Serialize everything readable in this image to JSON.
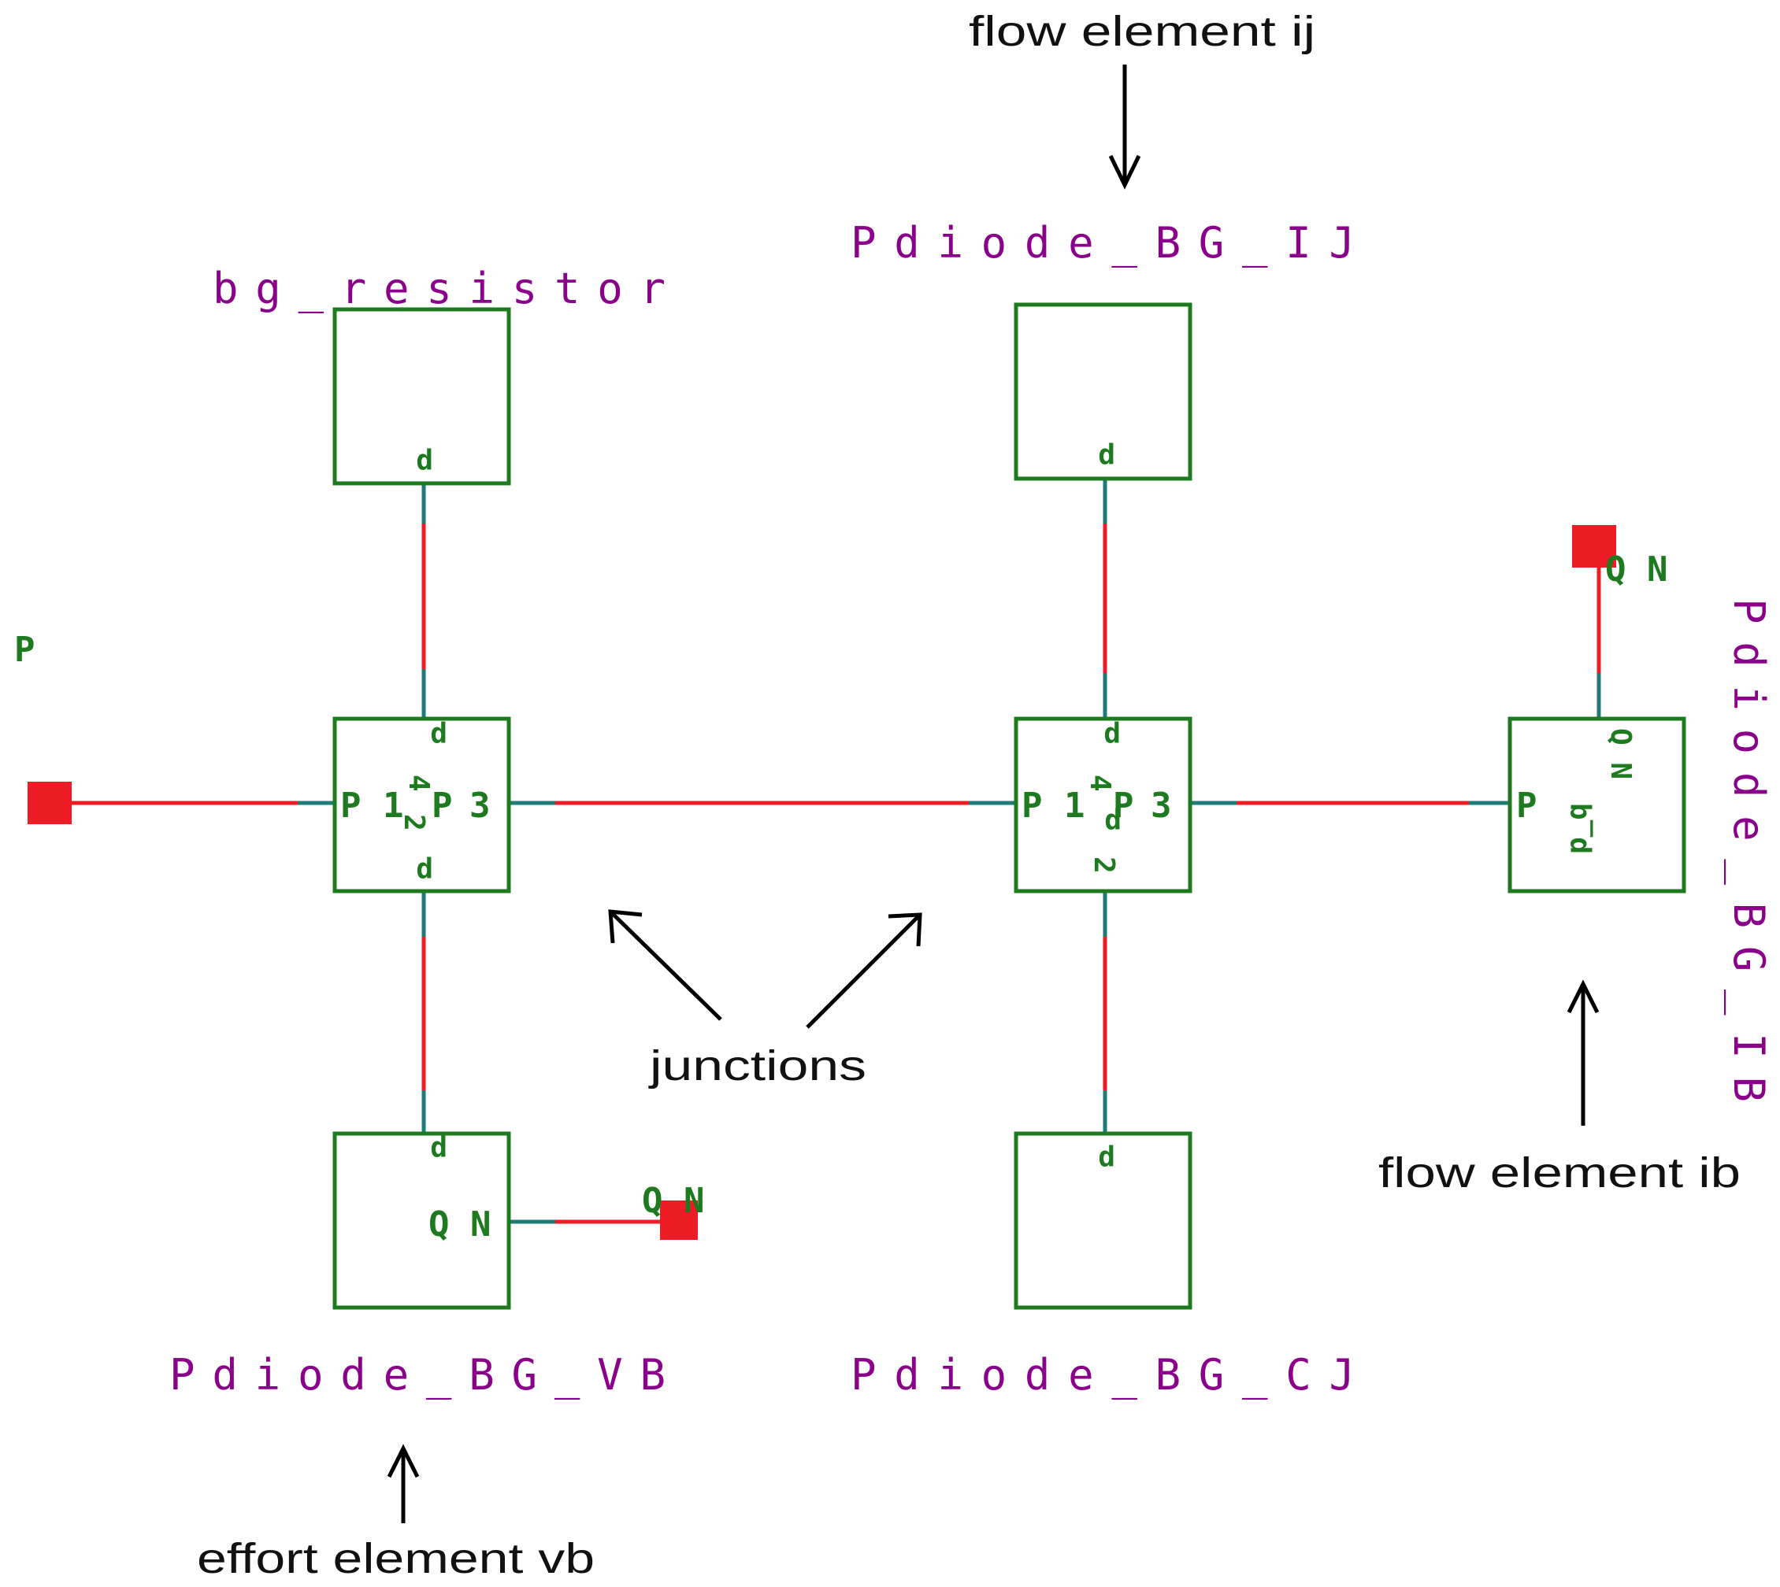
{
  "annotations": {
    "flow_ij": "flow element ij",
    "flow_ib": "flow element ib",
    "effort_vb": "effort element vb",
    "junctions": "junctions"
  },
  "components": {
    "resistor": "bg_resistor",
    "ij": "Pdiode_BG_IJ",
    "vb": "Pdiode_BG_VB",
    "cj": "Pdiode_BG_CJ",
    "ib": "Pdiode_BG_IB"
  },
  "ports": {
    "p": "P",
    "p_lower": "p",
    "qn": "Q N",
    "p_q": "p_q",
    "one": "1",
    "two": "2",
    "three": "3",
    "four": "4"
  },
  "colors": {
    "box_stroke": "#1e7a1e",
    "label_text": "#8b008b",
    "bond_active": "#ee1c24",
    "bond_stub": "#1f7a78",
    "terminal": "#ee1c24"
  }
}
